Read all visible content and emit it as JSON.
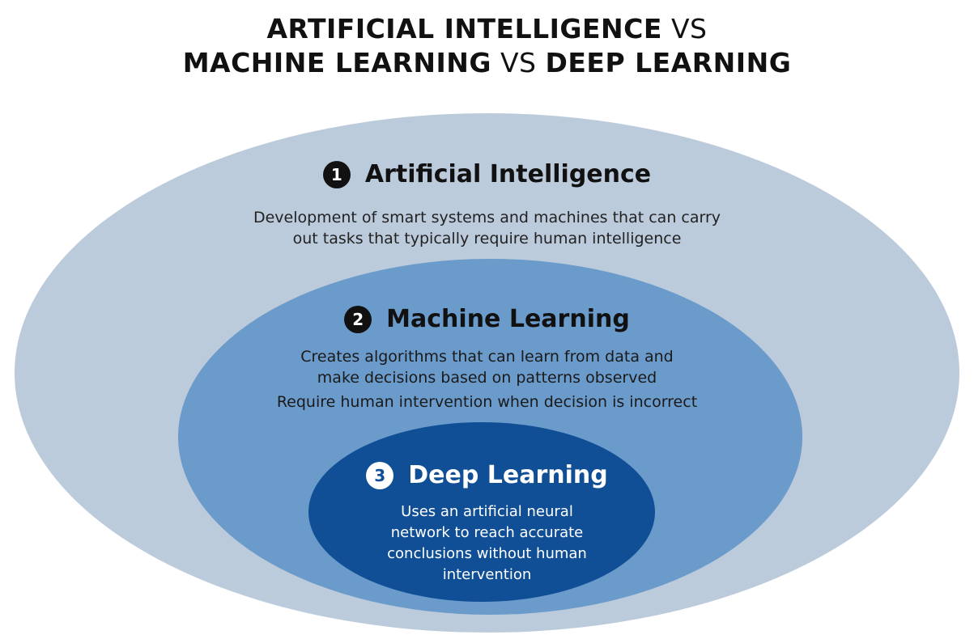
{
  "title": {
    "line1": {
      "bold": "ARTIFICIAL INTELLIGENCE",
      "light": "VS"
    },
    "line2": {
      "bold1": "MACHINE LEARNING",
      "light": "VS",
      "bold2": "DEEP LEARNING"
    }
  },
  "layers": [
    {
      "number": "1",
      "heading": "Artificial Intelligence",
      "description": [
        "Development of smart systems and machines that can carry",
        "out tasks that typically require human intelligence"
      ],
      "color": "#bccbdc"
    },
    {
      "number": "2",
      "heading": "Machine Learning",
      "description": [
        "Creates algorithms that can learn from data and",
        "make decisions based on patterns observed"
      ],
      "note": "Require human intervention when decision is incorrect",
      "color": "#6b9bcb"
    },
    {
      "number": "3",
      "heading": "Deep Learning",
      "description": [
        "Uses an artificial neural",
        "network to reach accurate",
        "conclusions without human",
        "intervention"
      ],
      "color": "#104f96"
    }
  ]
}
